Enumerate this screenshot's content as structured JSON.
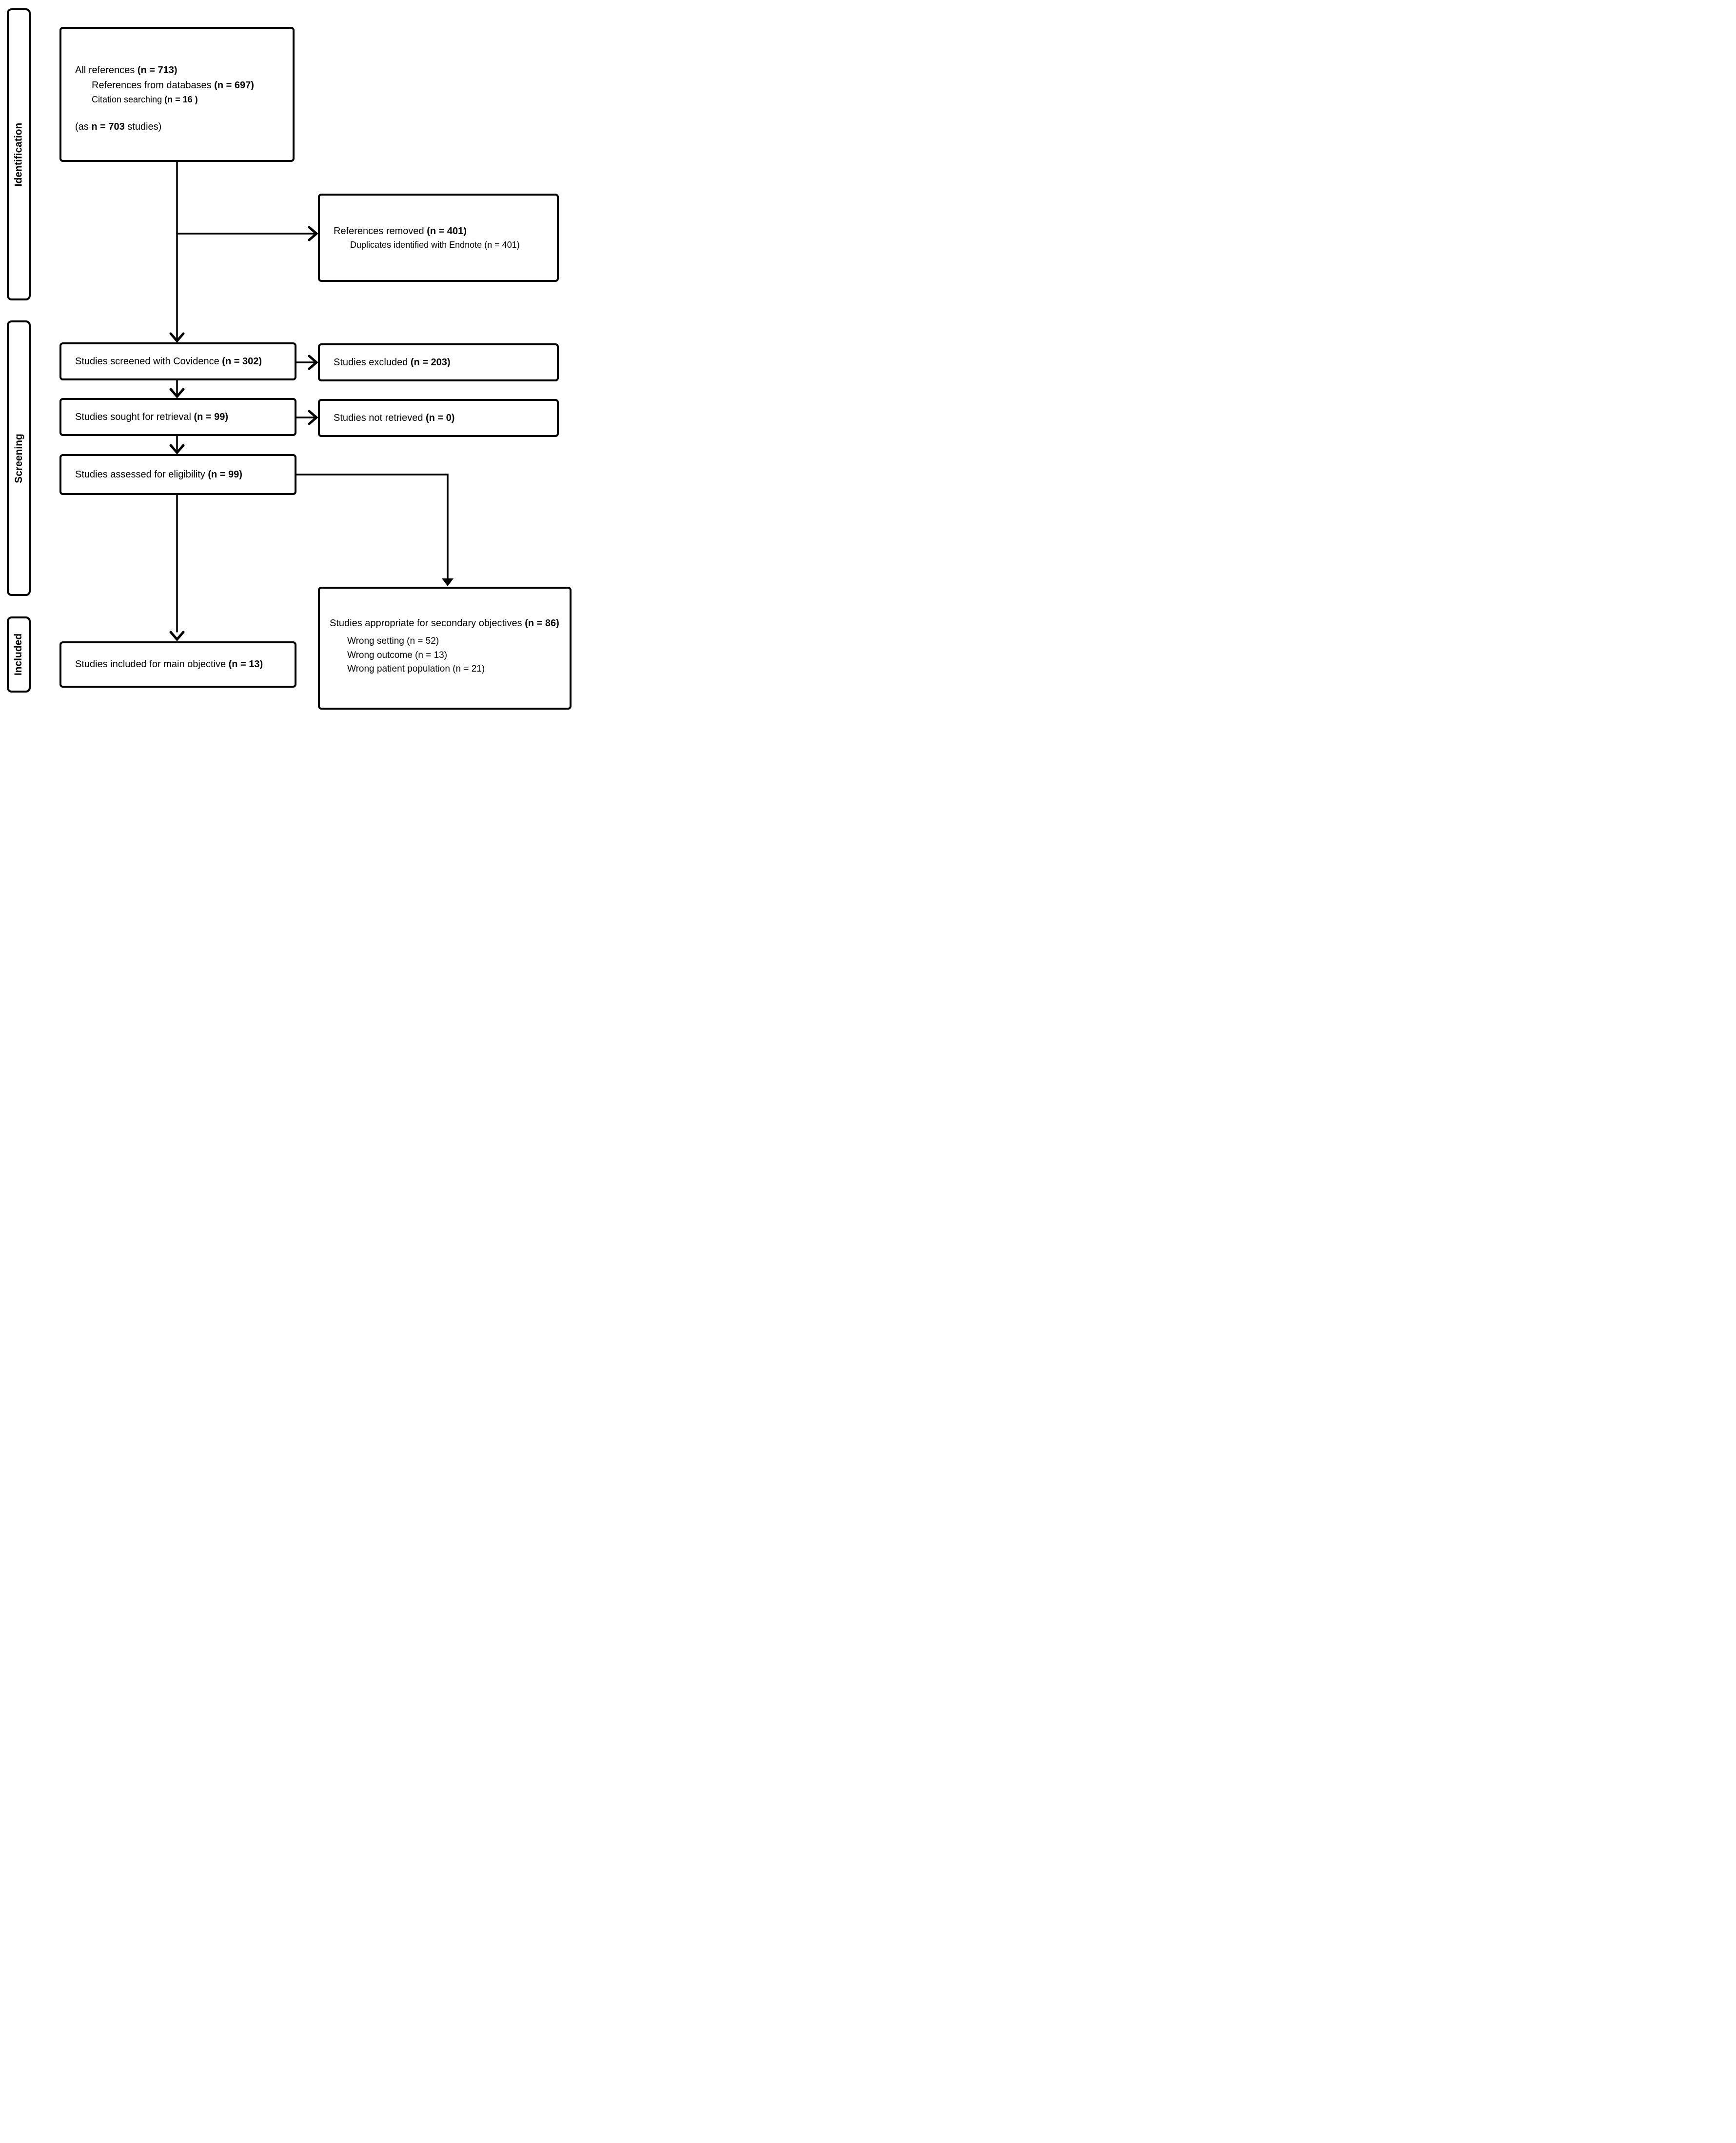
{
  "page": {
    "background_color": "#ffffff",
    "line_color": "#000000",
    "diagram_type": "PRISMA flow diagram"
  },
  "sidebar": [
    {
      "label": "Identification"
    },
    {
      "label": "Screening"
    },
    {
      "label": "Included"
    }
  ],
  "boxes": {
    "all_references": {
      "lines": [
        {
          "pre": "All references ",
          "bold": "(n = 713)",
          "post": ""
        },
        {
          "pre": "References from databases ",
          "bold": "(n = 697)",
          "post": ""
        },
        {
          "pre": "Citation searching ",
          "bold": "(n = 16 )",
          "post": ""
        },
        {
          "pre": "(as ",
          "bold": "n = 703",
          "post": " studies)"
        }
      ]
    },
    "references_removed": {
      "lines": [
        {
          "pre": "References removed ",
          "bold": "(n = 401)",
          "post": ""
        },
        {
          "pre": "Duplicates identified with Endnote (n = 401)",
          "bold": "",
          "post": ""
        }
      ]
    },
    "screened": {
      "lines": [
        {
          "pre": "Studies screened with Covidence ",
          "bold": "(n = 302)",
          "post": ""
        }
      ]
    },
    "excluded": {
      "lines": [
        {
          "pre": "Studies excluded ",
          "bold": "(n = 203)",
          "post": ""
        }
      ]
    },
    "sought": {
      "lines": [
        {
          "pre": "Studies sought for retrieval ",
          "bold": "(n = 99)",
          "post": ""
        }
      ]
    },
    "not_retrieved": {
      "lines": [
        {
          "pre": "Studies not retrieved ",
          "bold": "(n = 0)",
          "post": ""
        }
      ]
    },
    "assessed": {
      "lines": [
        {
          "pre": "Studies assessed for eligibility ",
          "bold": "(n = 99)",
          "post": ""
        }
      ]
    },
    "included_main": {
      "lines": [
        {
          "pre": "Studies included for main objective ",
          "bold": "(n = 13)",
          "post": ""
        }
      ]
    },
    "secondary": {
      "lines": [
        {
          "pre": "Studies appropriate for secondary objectives ",
          "bold": "(n = 86)",
          "post": ""
        },
        {
          "pre": "Wrong setting (n = 52)",
          "bold": "",
          "post": ""
        },
        {
          "pre": "Wrong outcome (n = 13)",
          "bold": "",
          "post": ""
        },
        {
          "pre": "Wrong patient population (n = 21)",
          "bold": "",
          "post": ""
        }
      ]
    }
  }
}
